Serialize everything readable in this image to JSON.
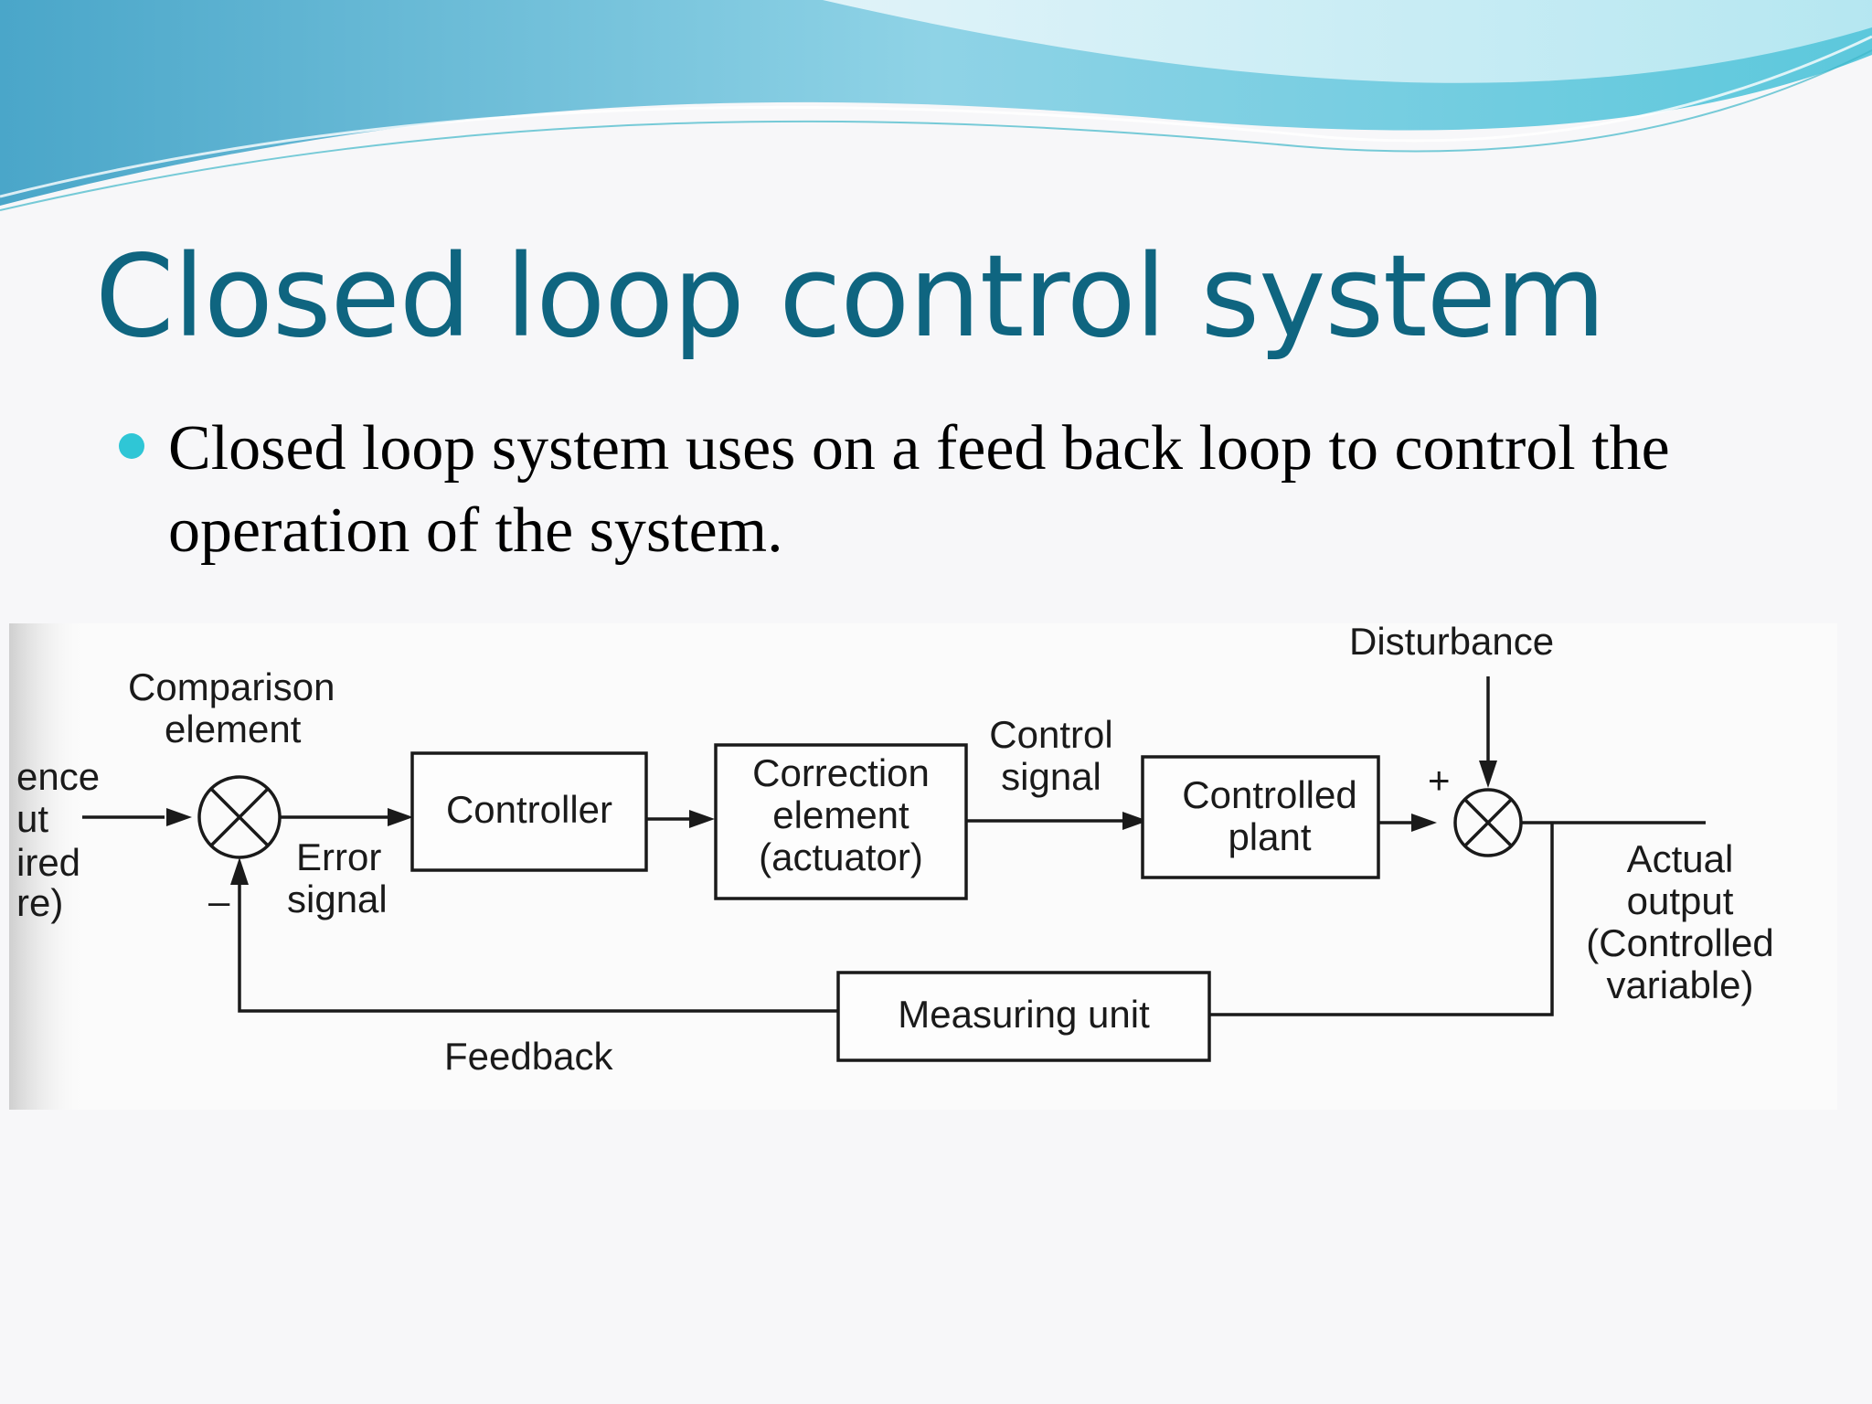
{
  "title": "Closed loop control system",
  "bullets": [
    "Closed loop system uses on a feed back loop to control the operation of the system."
  ],
  "colors": {
    "title": "#0f6580",
    "bullet_dot": "#2fc6d6",
    "banner_light": "#bfe9f2",
    "banner_dark": "#5fb3cf"
  },
  "diagram": {
    "input_label_fragments": [
      "ence",
      "ut",
      "ired",
      "re)"
    ],
    "comparison_label": [
      "Comparison",
      "element"
    ],
    "error_label": [
      "Error",
      "signal"
    ],
    "minus_sign": "–",
    "plus_sign": "+",
    "controller": "Controller",
    "correction_element": [
      "Correction",
      "element",
      "(actuator)"
    ],
    "control_signal": [
      "Control",
      "signal"
    ],
    "controlled_plant": [
      "Controlled",
      "plant"
    ],
    "disturbance": "Disturbance",
    "actual_output": [
      "Actual",
      "output",
      "(Controlled",
      "variable)"
    ],
    "measuring_unit": "Measuring unit",
    "feedback": "Feedback"
  }
}
